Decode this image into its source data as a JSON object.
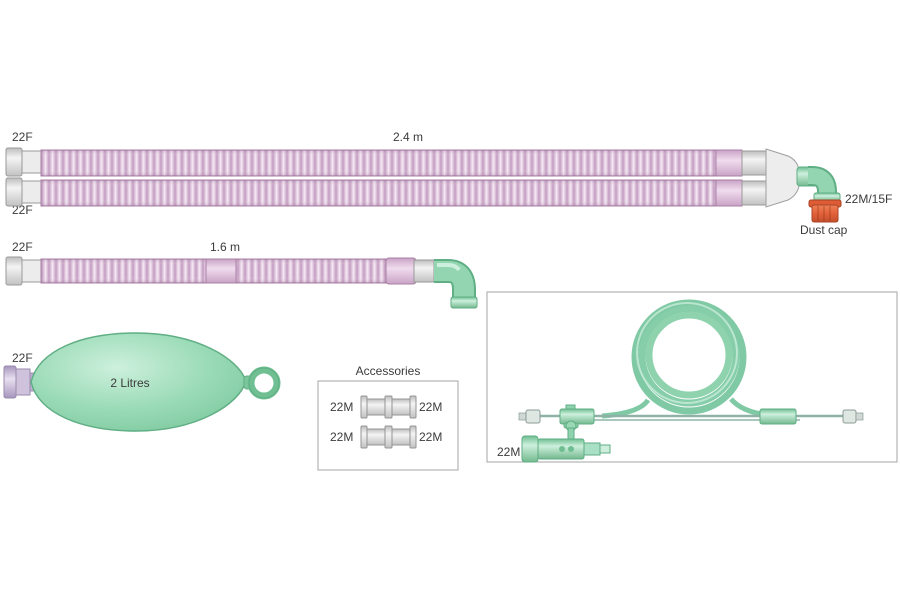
{
  "diagram": {
    "dual_limb_circuit": {
      "top_connector": "22F",
      "bottom_connector": "22F",
      "length": "2.4 m",
      "patient_port": "22M/15F",
      "dust_cap": "Dust cap"
    },
    "limb_16": {
      "connector": "22F",
      "length": "1.6 m"
    },
    "reservoir_bag": {
      "connector": "22F",
      "volume": "2 Litres"
    },
    "accessories": {
      "title": "Accessories",
      "rows": [
        {
          "left": "22M",
          "right": "22M"
        },
        {
          "left": "22M",
          "right": "22M"
        }
      ]
    },
    "sampling_set": {
      "connector": "22M"
    },
    "colors": {
      "tube_pink": "#e9cde6",
      "tube_pink_dark": "#c39cc0",
      "connector_grey": "#e3e3e3",
      "green": "#8fd2ae",
      "green_dark": "#5fae84",
      "orange": "#e2613a",
      "box_border": "#a5a5a5",
      "text": "#3b3b3b"
    }
  }
}
